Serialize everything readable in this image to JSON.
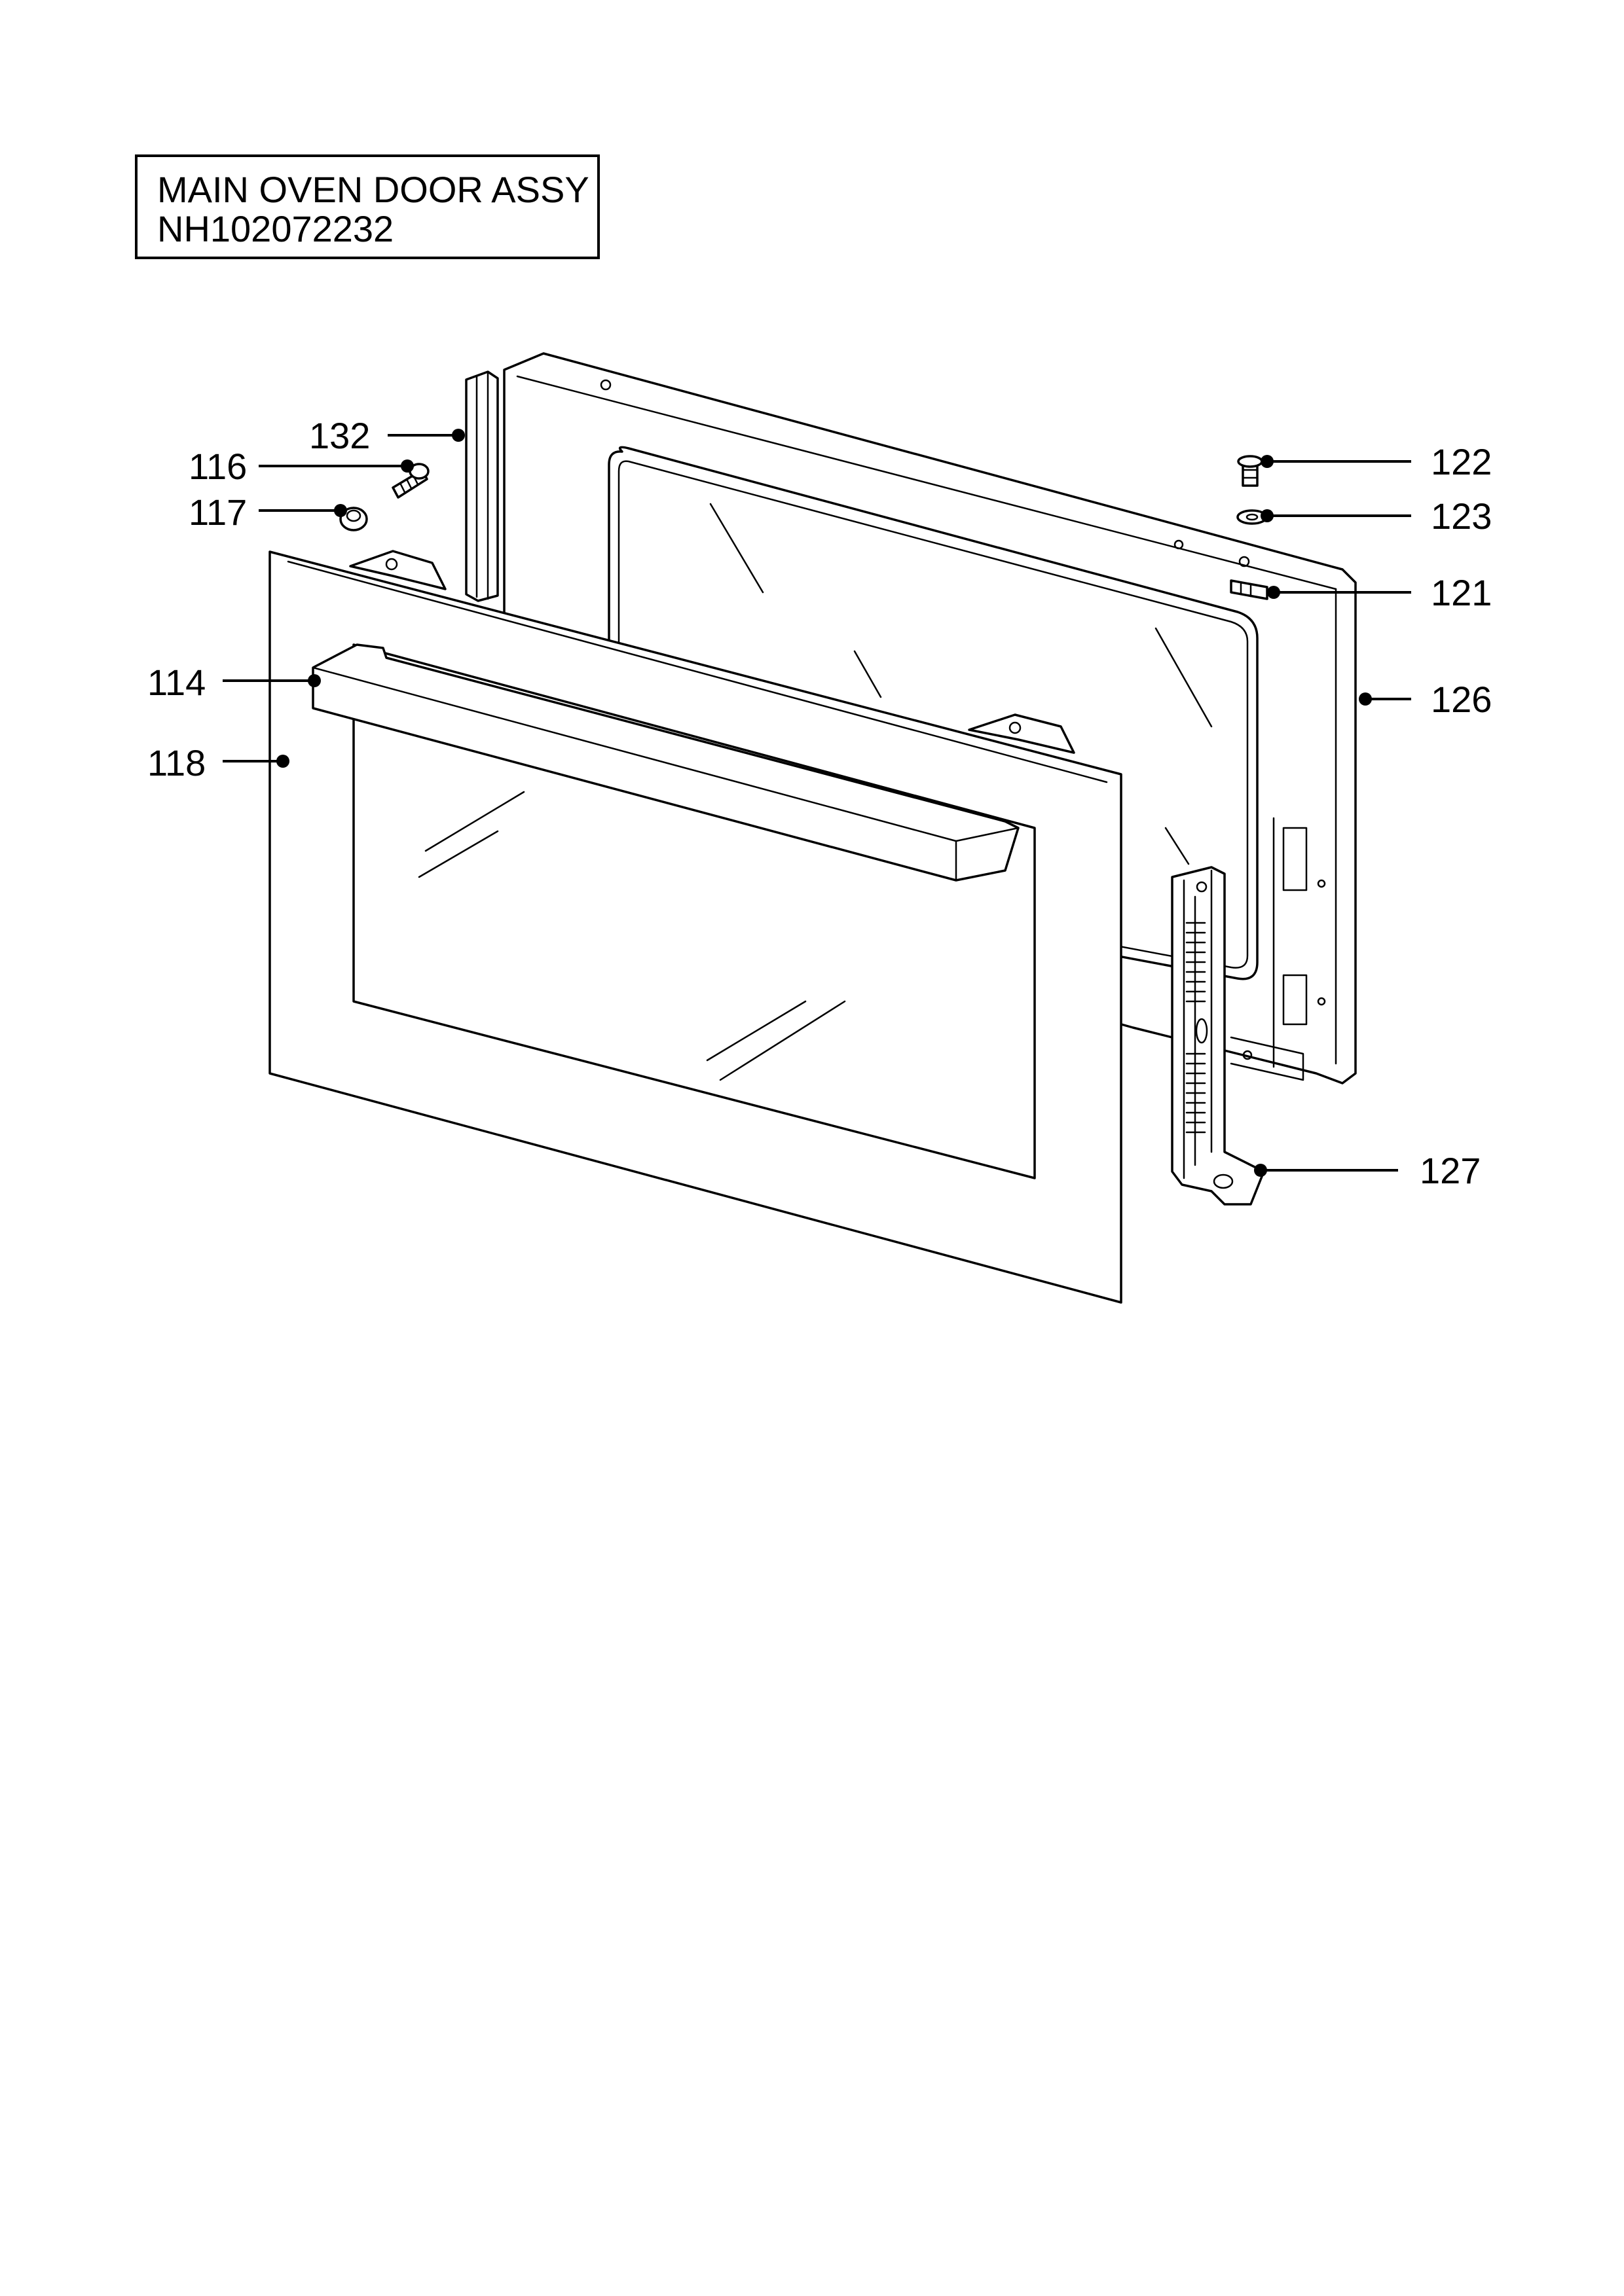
{
  "title": {
    "line1": "MAIN OVEN DOOR ASSY",
    "line2": "NH102072232"
  },
  "callouts": {
    "c132": "132",
    "c116": "116",
    "c117": "117",
    "c114": "114",
    "c118": "118",
    "c122": "122",
    "c123": "123",
    "c121": "121",
    "c126": "126",
    "c127": "127"
  }
}
